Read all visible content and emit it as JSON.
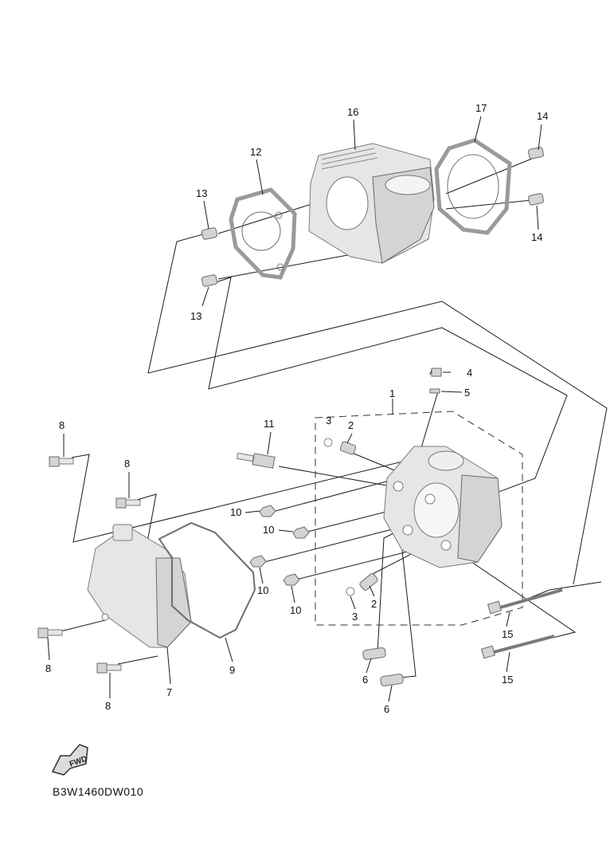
{
  "labels": {
    "p1": "1",
    "p2a": "2",
    "p2b": "2",
    "p3a": "3",
    "p3b": "3",
    "p4": "4",
    "p5": "5",
    "p6a": "6",
    "p6b": "6",
    "p7": "7",
    "p8a": "8",
    "p8b": "8",
    "p8c": "8",
    "p8d": "8",
    "p9": "9",
    "p10a": "10",
    "p10b": "10",
    "p10c": "10",
    "p10d": "10",
    "p11": "11",
    "p12": "12",
    "p13a": "13",
    "p13b": "13",
    "p14a": "14",
    "p14b": "14",
    "p15a": "15",
    "p15b": "15",
    "p16": "16",
    "p17": "17"
  },
  "fwd_label": "FWD",
  "diagram_code": "B3W1460DW010"
}
